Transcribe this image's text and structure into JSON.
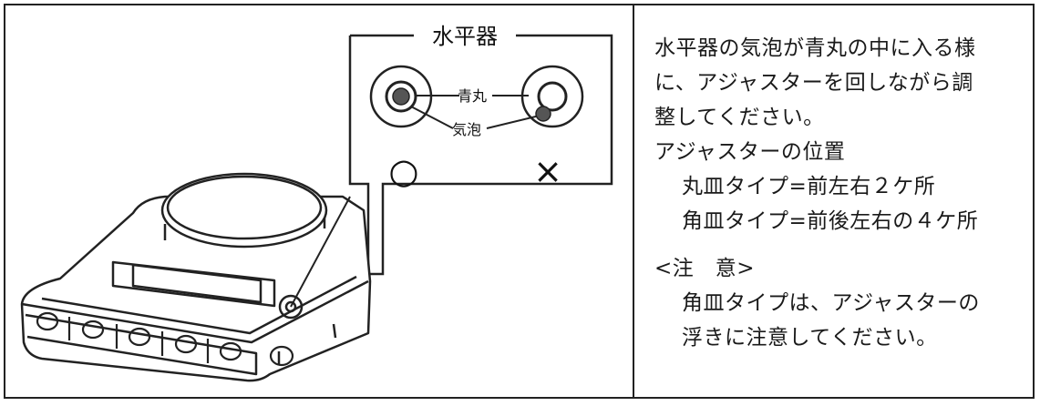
{
  "illustration": {
    "level_title": "水平器",
    "label_blue_circle": "青丸",
    "label_bubble": "気泡",
    "correct_mark": "○",
    "wrong_mark": "×"
  },
  "instructions": {
    "line1": "水平器の気泡が青丸の中に入る様",
    "line2": "に、アジャスターを回しながら調",
    "line3": "整してください。",
    "adjuster_heading": "アジャスターの位置",
    "round_pan": "丸皿タイプ=前左右２ケ所",
    "square_pan": "角皿タイプ=前後左右の４ケ所",
    "caution_heading": "<注　意>",
    "caution_line1": "角皿タイプは、アジャスターの",
    "caution_line2": "浮きに注意してください。"
  }
}
